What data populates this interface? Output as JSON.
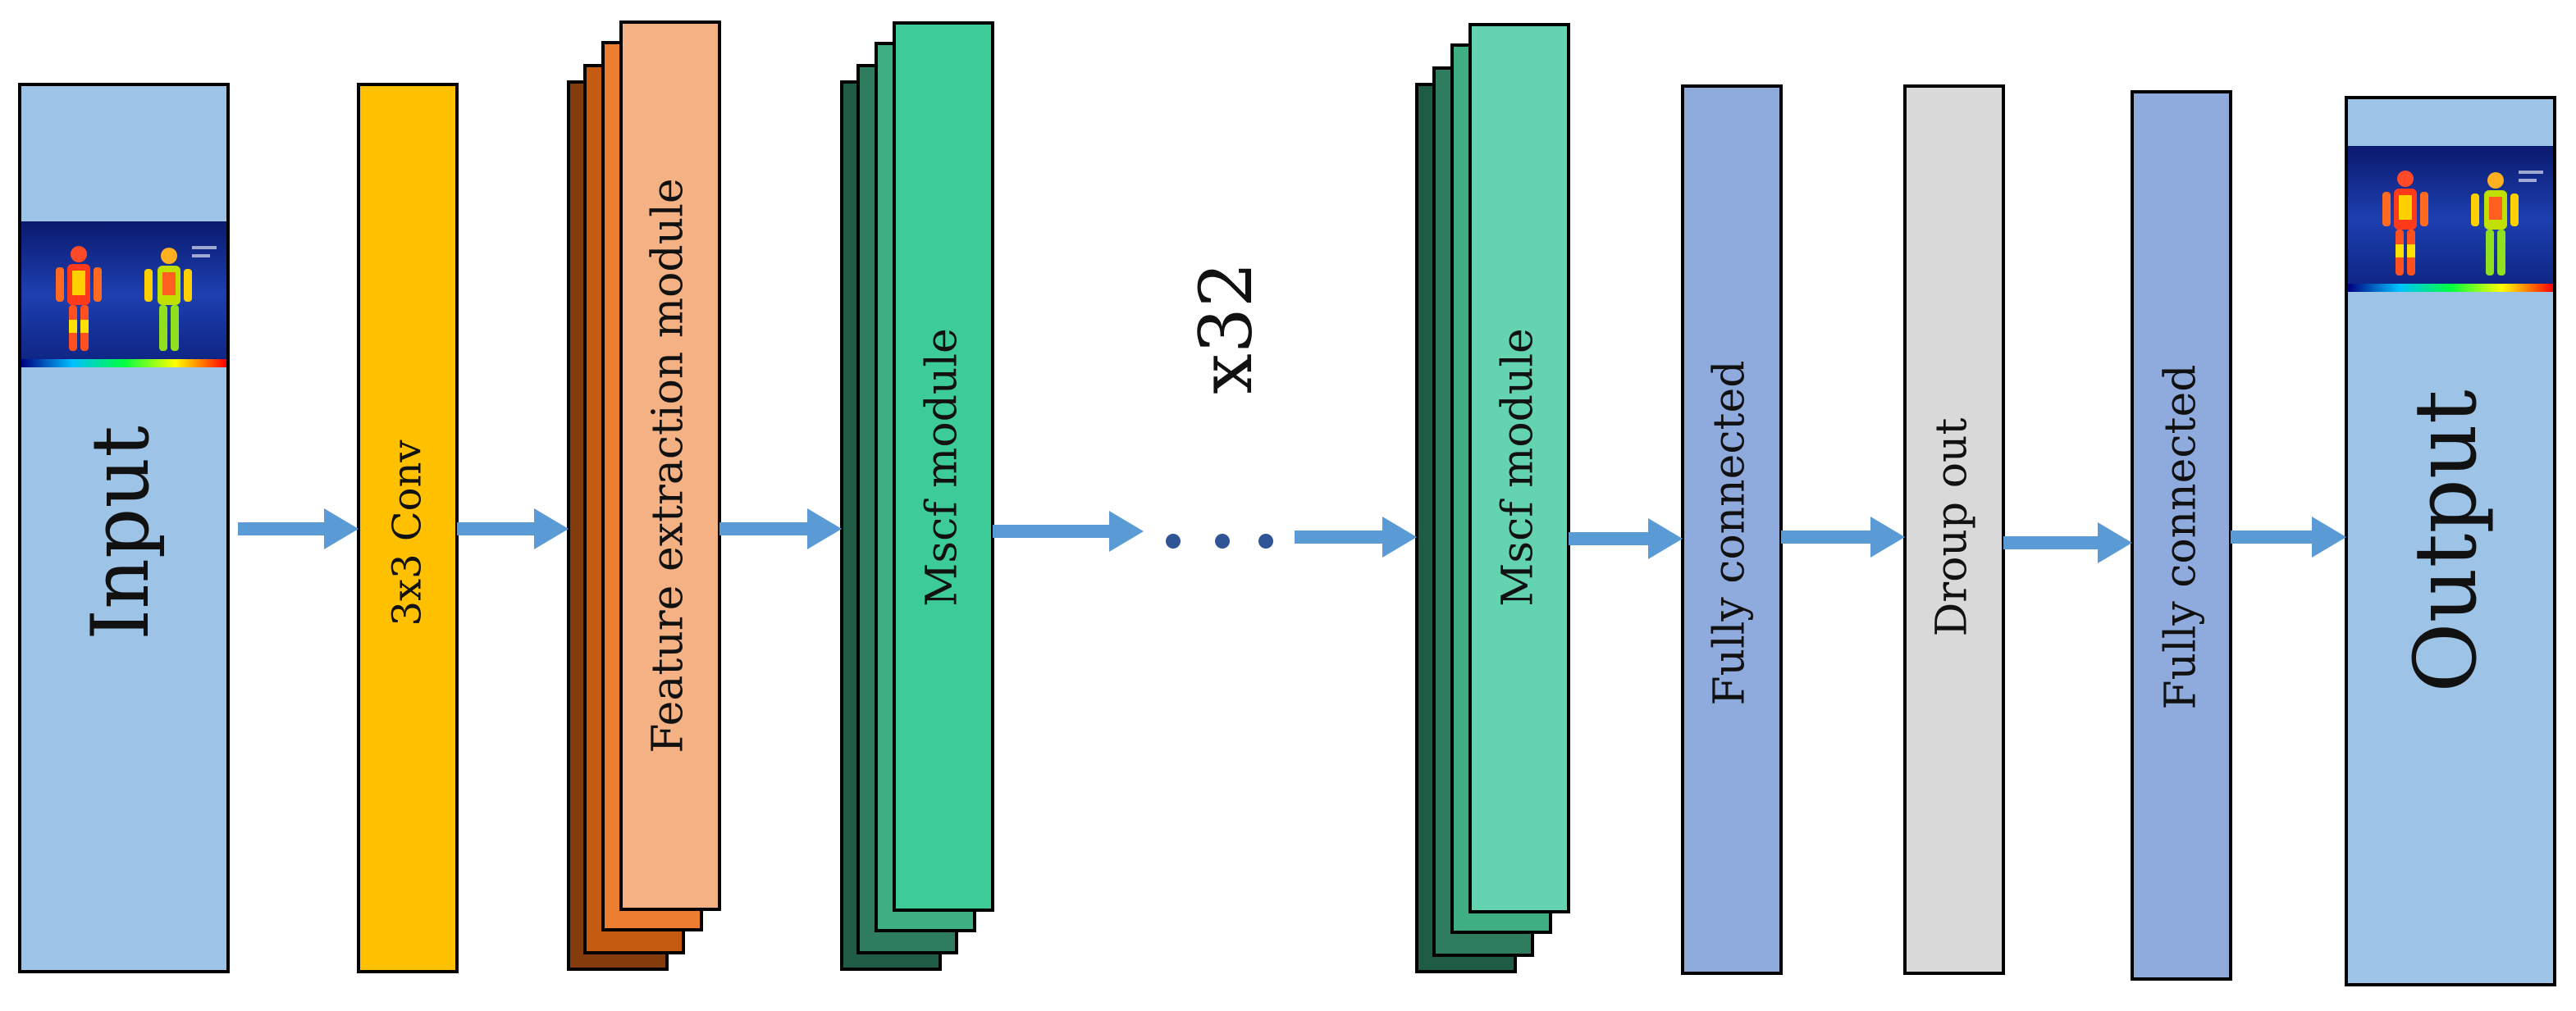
{
  "blocks": {
    "input": {
      "label": "Input",
      "color": "#9DC3E6"
    },
    "conv": {
      "label": "3x3 Conv",
      "color": "#FFC000"
    },
    "feature": {
      "label": "Feature extraction module",
      "colors": [
        "#843C0C",
        "#C55A11",
        "#ED7D31",
        "#F4B183"
      ]
    },
    "mscf_1": {
      "label": "Mscf module",
      "colors": [
        "#1E5C46",
        "#2E7D5E",
        "#3FAE82",
        "#3DCB97"
      ]
    },
    "repeat_label": "x32",
    "ellipsis": "...",
    "mscf_2": {
      "label": "Mscf module",
      "colors": [
        "#1E5C46",
        "#2E7D5E",
        "#3FAE82",
        "#63D3B0"
      ]
    },
    "fc_1": {
      "label": "Fully connected",
      "color": "#8FAADC"
    },
    "dropout": {
      "label": "Droup out",
      "color": "#D9D9D9"
    },
    "fc_2": {
      "label": "Fully connected",
      "color": "#8FAADC"
    },
    "output": {
      "label": "Output",
      "color": "#9DC3E6"
    }
  },
  "arrow_color": "#5B9BD5",
  "images": {
    "input_image": "thermal-body-image",
    "output_image": "thermal-body-image"
  }
}
